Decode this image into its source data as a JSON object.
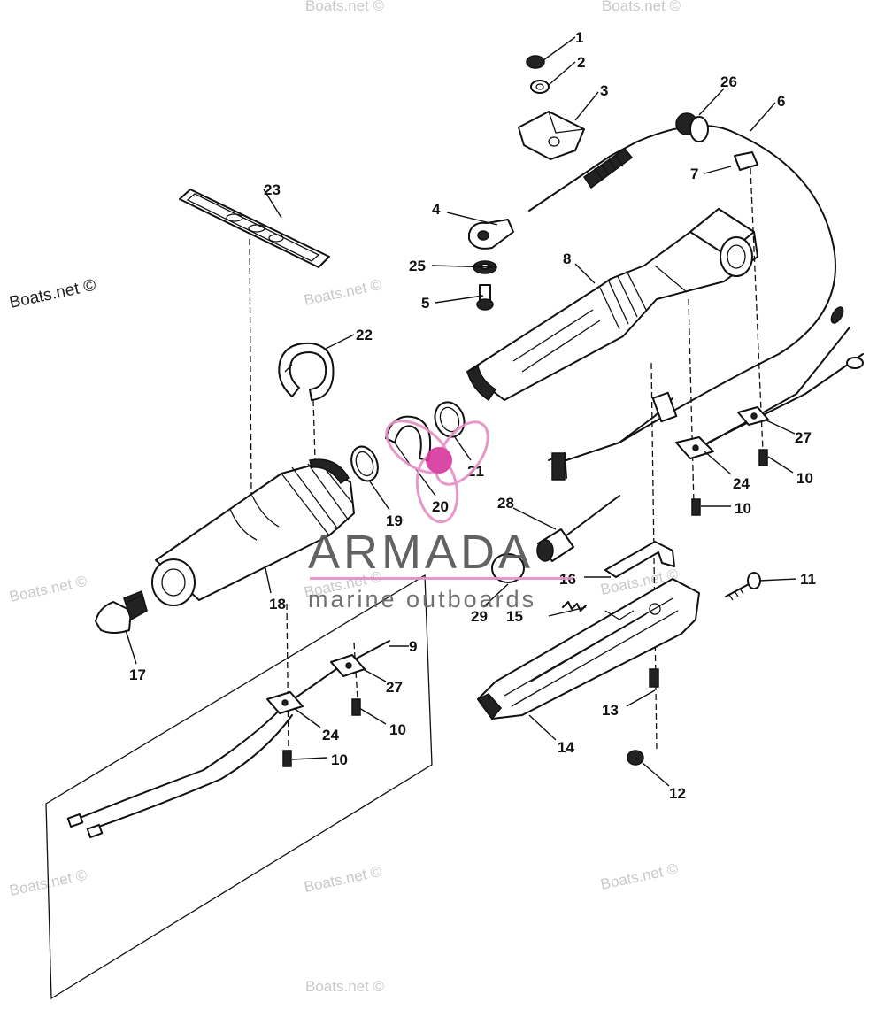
{
  "diagram": {
    "callouts": [
      "1",
      "2",
      "3",
      "4",
      "5",
      "6",
      "7",
      "8",
      "9",
      "10",
      "10",
      "10",
      "10",
      "11",
      "12",
      "13",
      "14",
      "15",
      "16",
      "17",
      "18",
      "19",
      "20",
      "21",
      "22",
      "23",
      "24",
      "24",
      "25",
      "26",
      "27",
      "27",
      "28",
      "29"
    ],
    "watermarks": [
      "Boats.net ©",
      "Boats.net ©",
      "Boats.net ©",
      "Boats.net ©",
      "Boats.net ©",
      "Boats.net ©",
      "Boats.net ©",
      "Boats.net ©",
      "Boats.net ©",
      "Boats.net ©",
      "Boats.net ©",
      "Boats.net ©"
    ],
    "logo": {
      "name": "ARMADA",
      "tagline": "marine outboards"
    }
  }
}
